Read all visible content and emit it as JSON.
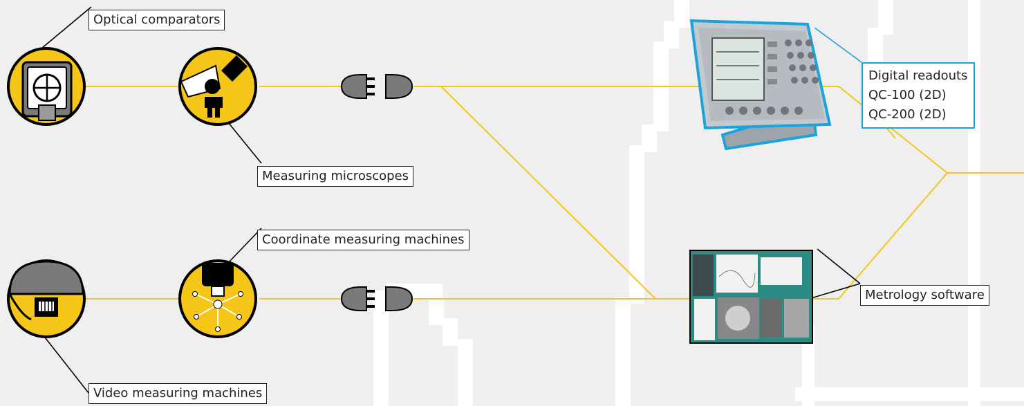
{
  "labels": {
    "optical_comparators": "Optical comparators",
    "measuring_microscopes": "Measuring microscopes",
    "coordinate_measuring_machines": "Coordinate measuring machines",
    "video_measuring_machines": "Video measuring machines",
    "digital_readouts": [
      "Digital readouts",
      "QC-100 (2D)",
      "QC-200 (2D)"
    ],
    "metrology_software": "Metrology software"
  },
  "colors": {
    "background": "#efefef",
    "connector_line": "#f5c518",
    "icon_fill": "#f5c518",
    "icon_outline": "#000000",
    "callout_border": "#1ba3dc",
    "software_bg": "#2c8c84"
  }
}
